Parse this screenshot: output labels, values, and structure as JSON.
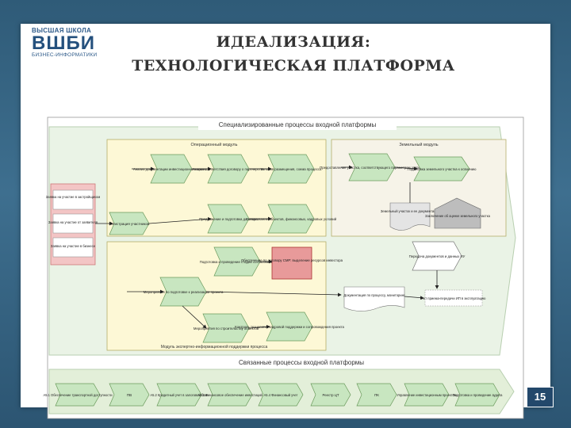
{
  "slide": {
    "title_line1": "ИДЕАЛИЗАЦИЯ:",
    "title_line2": "ТЕХНОЛОГИЧЕСКАЯ ПЛАТФОРМА",
    "logo_line1": "ВЫСШАЯ ШКОЛА",
    "logo_line2": "ВШБИ",
    "logo_line3": "БИЗНЕС-ИНФОРМАТИКИ",
    "page_number": "15"
  },
  "diagram": {
    "top_banner": "Специализированные процессы входной платформы",
    "bottom_banner": "Связанные процессы входной платформы",
    "panel_left_title": "Операционный модуль",
    "panel_right_title": "Земельный модуль",
    "panel_left_footer": "Модуль экспертно-информационной поддержки процесса",
    "left_list": [
      "Заявка на участие в застройщиком",
      "Заявка на участие от заявителя",
      "Заявка на участие в бизнесе"
    ],
    "left_inner": "Регистрация участников",
    "ops_row1": [
      "Анализ документации инвестиционного проекта",
      "Анализ соответствия договору о партнерстве",
      "Условия размещения, схема процесса"
    ],
    "ops_row2": [
      "Предложение и подготовка договора",
      "Согласование объектов, финансовых, кадровых условий"
    ],
    "land_nodes": [
      "Предоставление участка, соответствующего параметрам запроса",
      "Подготовка земельного участка к освоению"
    ],
    "land_docs": [
      "Земельный участок и ее документация",
      "Заключение об оценке земельного участка"
    ],
    "middle": [
      "Подготовка и проведение стадии согласования",
      "Обеспечение проведения мероприятий, реализация инвестиционного проекта"
    ],
    "red_box": "Обеспечение по договору СМР: выделение ресурсов инвестора",
    "lower": [
      "Мероприятия по подготовке к реализации проекта",
      "Мероприятия по строительству объектов",
      "Контроль технологии кадровой поддержки и сопровождения проекта",
      "Документация по процессу, мониторинг",
      "Акт приема-передачи ИП в эксплуатацию"
    ],
    "right_mid": "Передача документов и данных ИУ",
    "bottom_chevrons": [
      "А5.1 Обеспечение транспортной доступности",
      "ПВ",
      "А5.2 Кредитный учет в залоговой базе",
      "А5.3 Финансовое обеспечение инвестиций",
      "А5.4 Финансовый учет",
      "Реестр ЦТ",
      "ПК",
      "Управление инвестиционным проектом",
      "Подготовка и проведение аудита"
    ]
  }
}
